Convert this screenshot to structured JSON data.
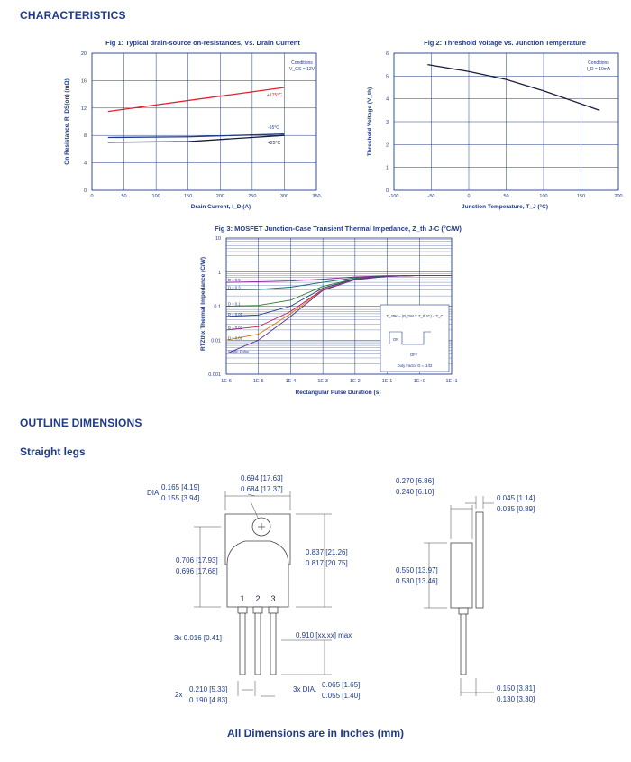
{
  "headings": {
    "characteristics": "CHARACTERISTICS",
    "outline": "OUTLINE DIMENSIONS",
    "straight_legs": "Straight legs",
    "footer": "All Dimensions are in Inches (mm)"
  },
  "colors": {
    "brand": "#1f3a8a",
    "axis": "#1f3a8a",
    "grid": "#1f3a8a",
    "red": "#e0212b",
    "line": "#1b1f3b"
  },
  "chart_data": [
    {
      "type": "line",
      "title": "Fig 1: Typical drain-source on-resistances, Vs. Drain Current",
      "xlabel": "Drain Current, I_D (A)",
      "ylabel": "On Resistance, R_DS(on) (mΩ)",
      "xlim": [
        0,
        350
      ],
      "ylim": [
        0,
        20
      ],
      "xticks": [
        "0",
        "50",
        "100",
        "150",
        "200",
        "250",
        "300",
        "350"
      ],
      "yticks": [
        "0",
        "4",
        "8",
        "12",
        "16",
        "20"
      ],
      "annotation": [
        "Conditions",
        "V_GS = 12V"
      ],
      "series": [
        {
          "name": "+175°C",
          "color": "#e0212b",
          "x": [
            25,
            300
          ],
          "y": [
            11.5,
            15.0
          ]
        },
        {
          "name": "-55°C",
          "color": "#1f3a8a",
          "x": [
            25,
            150,
            300
          ],
          "y": [
            7.7,
            7.8,
            8.2
          ]
        },
        {
          "name": "+25°C",
          "color": "#1b1f3b",
          "x": [
            25,
            150,
            300
          ],
          "y": [
            7.0,
            7.1,
            8.0
          ]
        }
      ]
    },
    {
      "type": "line",
      "title": "Fig 2: Threshold Voltage vs. Junction Temperature",
      "xlabel": "Junction Temperature, T_J (°C)",
      "ylabel": "Threshold Voltage (V_th)",
      "xlim": [
        -100,
        200
      ],
      "ylim": [
        0,
        6
      ],
      "xticks": [
        "-100",
        "-50",
        "0",
        "50",
        "100",
        "150",
        "200"
      ],
      "yticks": [
        "0",
        "1",
        "2",
        "3",
        "4",
        "5",
        "6"
      ],
      "annotation": [
        "Conditions",
        "I_D = 10mA"
      ],
      "series": [
        {
          "color": "#1b1f3b",
          "x": [
            -55,
            0,
            50,
            100,
            175
          ],
          "y": [
            5.5,
            5.2,
            4.85,
            4.35,
            3.5
          ]
        }
      ]
    },
    {
      "type": "line",
      "title": "Fig 3: MOSFET Junction-Case Transient Thermal Impedance, Z_th J-C (°C/W)",
      "xlabel": "Rectangular Pulse Duration (s)",
      "ylabel": "RTZthx Thermal Impedance (C/W)",
      "scale": "log-log",
      "xlim": [
        1e-06,
        10
      ],
      "ylim": [
        0.001,
        10
      ],
      "xticks": [
        "1E-6",
        "1E-5",
        "1E-4",
        "1E-3",
        "1E-2",
        "1E-1",
        "1E+0",
        "1E+1"
      ],
      "yticks": [
        "10",
        "1",
        "0.1",
        "0.01",
        "0.001"
      ],
      "duty_labels": [
        "D = 0.5",
        "D = 0.3",
        "D = 0.1",
        "D = 0.05",
        "D = 0.02",
        "D = 0.01",
        "Single Pulse"
      ],
      "inset": {
        "formula": "T_JPK = (P_DM X Z_thJC) + T_C",
        "on_label": "ON",
        "off_label": "OFF",
        "duty": "Duty Factor D = t1/t2"
      },
      "series": [
        {
          "color": "#8b1a8b",
          "x": [
            1e-06,
            1e-05,
            0.0001,
            0.001,
            0.01,
            0.1,
            1,
            10
          ],
          "y": [
            0.5,
            0.52,
            0.55,
            0.62,
            0.72,
            0.78,
            0.8,
            0.8
          ]
        },
        {
          "color": "#0e6e6e",
          "x": [
            1e-06,
            1e-05,
            0.0001,
            0.001,
            0.01,
            0.1,
            1,
            10
          ],
          "y": [
            0.3,
            0.31,
            0.36,
            0.5,
            0.68,
            0.77,
            0.8,
            0.8
          ]
        },
        {
          "color": "#2a7a2a",
          "x": [
            1e-06,
            1e-05,
            0.0001,
            0.001,
            0.01,
            0.1,
            1,
            10
          ],
          "y": [
            0.1,
            0.105,
            0.15,
            0.38,
            0.64,
            0.76,
            0.8,
            0.8
          ]
        },
        {
          "color": "#1f3a8a",
          "x": [
            1e-06,
            1e-05,
            0.0001,
            0.001,
            0.01,
            0.1,
            1,
            10
          ],
          "y": [
            0.05,
            0.055,
            0.1,
            0.34,
            0.62,
            0.76,
            0.8,
            0.8
          ]
        },
        {
          "color": "#c2185b",
          "x": [
            1e-06,
            1e-05,
            0.0001,
            0.001,
            0.01,
            0.1,
            1,
            10
          ],
          "y": [
            0.02,
            0.025,
            0.07,
            0.31,
            0.61,
            0.75,
            0.8,
            0.8
          ]
        },
        {
          "color": "#d17a00",
          "x": [
            1e-06,
            1e-05,
            0.0001,
            0.001,
            0.01,
            0.1,
            1,
            10
          ],
          "y": [
            0.01,
            0.015,
            0.06,
            0.3,
            0.6,
            0.75,
            0.8,
            0.8
          ]
        },
        {
          "color": "#5a2ca0",
          "x": [
            1e-06,
            1e-05,
            0.0001,
            0.001,
            0.01,
            0.1,
            1,
            10
          ],
          "y": [
            0.004,
            0.01,
            0.05,
            0.29,
            0.6,
            0.75,
            0.8,
            0.8
          ]
        }
      ]
    }
  ],
  "dimensions": {
    "hole_dia": [
      "0.165 [4.19]",
      "0.155 [3.94]"
    ],
    "dia_prefix": "DIA.",
    "width": [
      "0.694 [17.63]",
      "0.684 [17.37]"
    ],
    "height": [
      "0.837 [21.26]",
      "0.817 [20.75]"
    ],
    "hole_height": [
      "0.706 [17.93]",
      "0.696 [17.68]"
    ],
    "pin_numbers": [
      "1",
      "2",
      "3"
    ],
    "lead_width": "3x 0.016 [0.41]",
    "lead_length": "0.910 [xx.xx] max",
    "pitch_prefix": "2x",
    "pitch": [
      "0.210 [5.33]",
      "0.190 [4.83]"
    ],
    "lead_dia_prefix": "3x DIA.",
    "lead_dia": [
      "0.065 [1.65]",
      "0.055 [1.40]"
    ],
    "side_depth": [
      "0.270 [6.86]",
      "0.240 [6.10]"
    ],
    "tab_thickness": [
      "0.045 [1.14]",
      "0.035 [0.89]"
    ],
    "body_height": [
      "0.550 [13.97]",
      "0.530 [13.46]"
    ],
    "lead_offset": [
      "0.150 [3.81]",
      "0.130 [3.30]"
    ]
  }
}
